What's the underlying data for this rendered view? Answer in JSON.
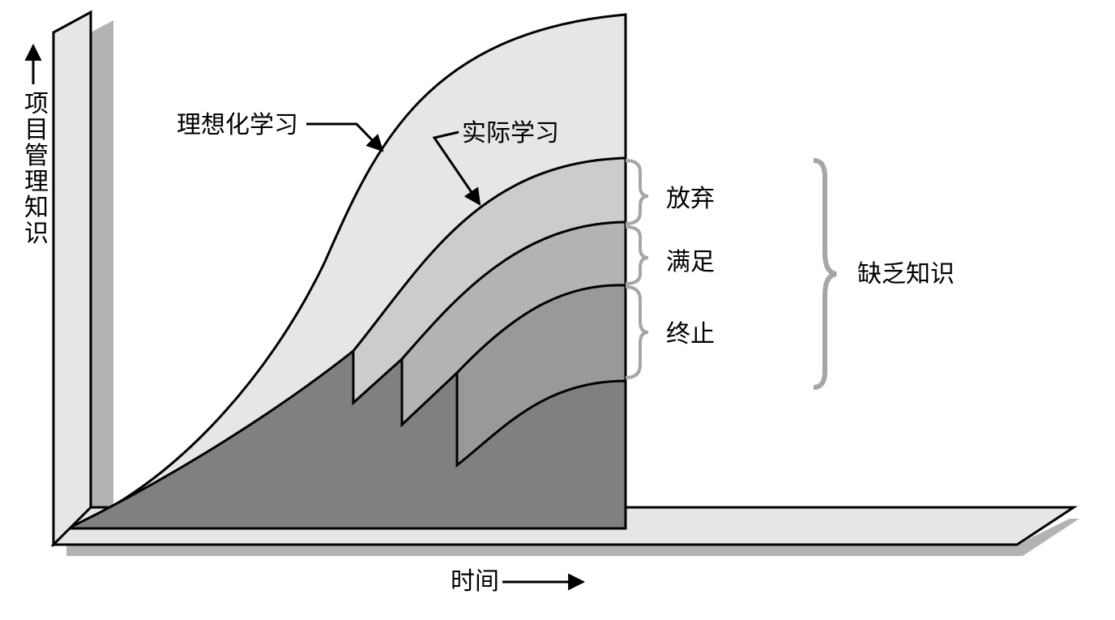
{
  "labels": {
    "y_axis": [
      "项",
      "目",
      "管",
      "理",
      "知",
      "识"
    ],
    "x_axis": "时间",
    "ideal_learning": "理想化学习",
    "actual_learning": "实际学习",
    "abandon": "放弃",
    "satisfied": "满足",
    "terminate": "终止",
    "lack_of_knowledge": "缺乏知识"
  },
  "colors": {
    "ideal_fill": "#e6e6e6",
    "layer_light": "#cccccc",
    "layer_mid": "#b3b3b3",
    "layer_dark": "#999999",
    "base_fill": "#808080",
    "shadow": "#b3b3b3",
    "brace": "#a6a6a6",
    "stroke": "#000000"
  }
}
